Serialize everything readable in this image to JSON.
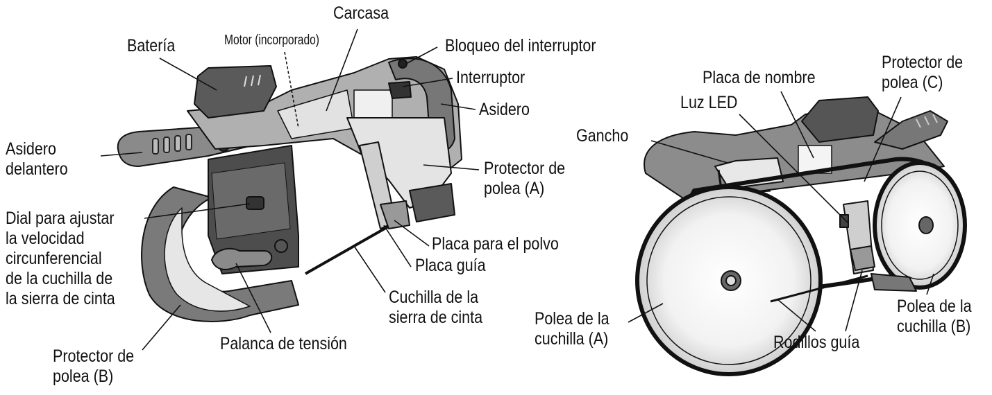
{
  "labels": {
    "carcasa": "Carcasa",
    "motor": "Motor (incorporado)",
    "bateria": "Batería",
    "bloqueo_interruptor": "Bloqueo del interruptor",
    "interruptor": "Interruptor",
    "asidero": "Asidero",
    "asidero_delantero_1": "Asidero",
    "asidero_delantero_2": "delantero",
    "protector_polea_a_1": "Protector de",
    "protector_polea_a_2": "polea (A)",
    "dial_1": "Dial para ajustar",
    "dial_2": "la velocidad",
    "dial_3": "circunferencial",
    "dial_4": "de la cuchilla de",
    "dial_5": "la sierra de cinta",
    "placa_polvo": "Placa para el polvo",
    "placa_guia": "Placa guía",
    "cuchilla_1": "Cuchilla de la",
    "cuchilla_2": "sierra de cinta",
    "palanca_tension": "Palanca de tensión",
    "protector_polea_b_1": "Protector de",
    "protector_polea_b_2": "polea (B)",
    "placa_nombre": "Placa de nombre",
    "luz_led": "Luz LED",
    "protector_polea_c_1": "Protector de",
    "protector_polea_c_2": "polea (C)",
    "gancho": "Gancho",
    "polea_cuchilla_a_1": "Polea de la",
    "polea_cuchilla_a_2": "cuchilla (A)",
    "rodillos_guia": "Rodillos guía",
    "polea_cuchilla_b_1": "Polea de la",
    "polea_cuchilla_b_2": "cuchilla (B)"
  },
  "colors": {
    "dark_grey": "#5a5a5a",
    "mid_grey": "#9a9a9a",
    "light_grey": "#d6d6d6",
    "outline": "#111111"
  }
}
